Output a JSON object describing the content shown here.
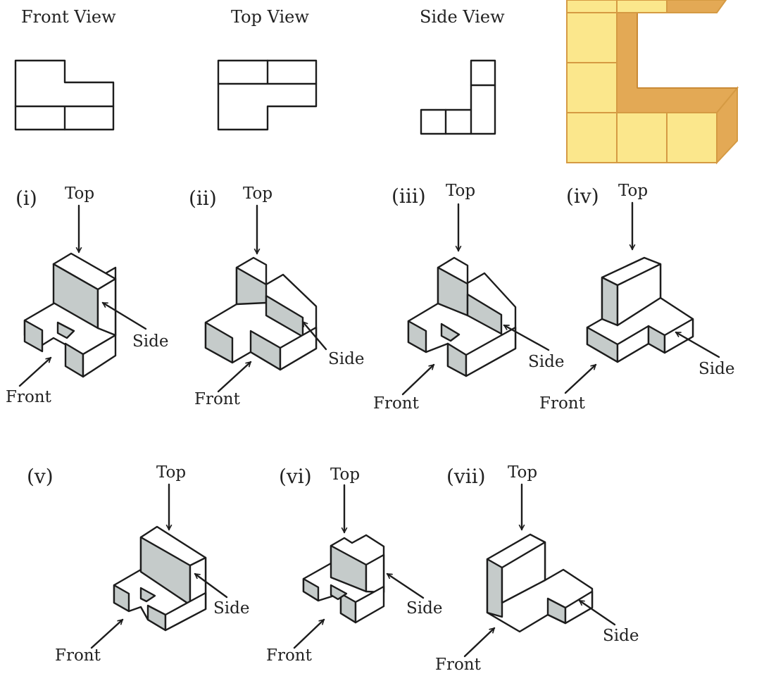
{
  "views": {
    "front_label": "Front View",
    "top_label": "Top View",
    "side_label": "Side View"
  },
  "direction_labels": {
    "top": "Top",
    "side": "Side",
    "front": "Front"
  },
  "options": [
    {
      "label": "(i)"
    },
    {
      "label": "(ii)"
    },
    {
      "label": "(iii)"
    },
    {
      "label": "(iv)"
    },
    {
      "label": "(v)"
    },
    {
      "label": "(vi)"
    },
    {
      "label": "(vii)"
    }
  ],
  "colors": {
    "line": "#1c1c1c",
    "shaded_face": "#c5cbca",
    "cube_front": "#fbe78c",
    "cube_side": "#e3a955",
    "cube_edge": "#d59a43"
  }
}
